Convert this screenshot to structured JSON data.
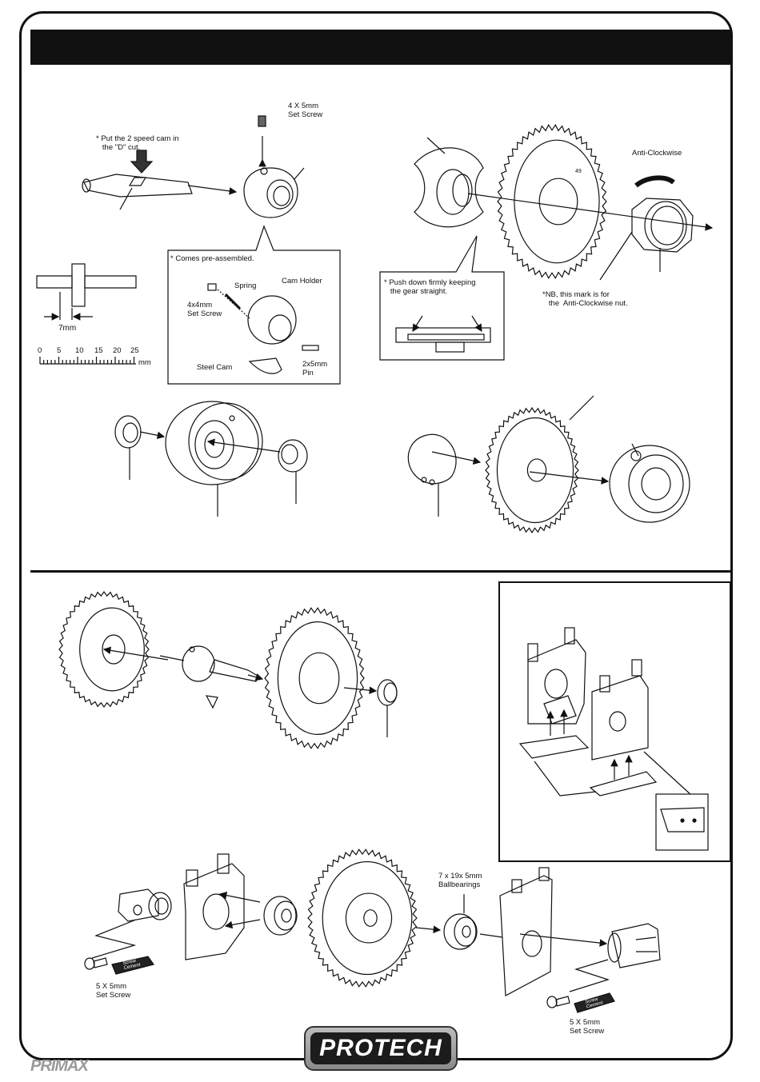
{
  "labels": {
    "set_screw_top": "4 X 5mm\nSet Screw",
    "cam_note": "* Put the 2 speed cam in\n   the \"D\" cut.",
    "anti_clockwise": "Anti-Clockwise",
    "preassembled": "* Comes pre-assembled.",
    "spring": "Spring",
    "cam_holder": "Cam Holder",
    "set_screw_4x4": "4x4mm\nSet Screw",
    "steel_cam": "Steel Cam",
    "pin": "2x5mm\nPin",
    "measure": "7mm",
    "scale_numbers": [
      "0",
      "5",
      "10",
      "15",
      "20",
      "25"
    ],
    "scale_unit": "mm",
    "push_note": "* Push down firmly keeping\n   the gear straight.",
    "nb_note": "*NB, this mark is for\n   the  Anti-Clockwise nut.",
    "ballbearings": "7 x 19x 5mm\nBallbearings",
    "set_screw_left": "5 X 5mm\nSet Screw",
    "set_screw_right": "5 X 5mm\nSet Screw",
    "screw_cement": "Screw\nCement",
    "gear_mark": "49"
  },
  "brand": {
    "logo": "PROTECH",
    "secondary": "PRIMAX"
  }
}
